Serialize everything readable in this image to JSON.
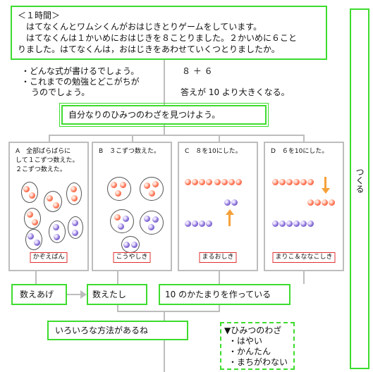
{
  "problem": {
    "line1": "＜１時間＞",
    "line2": "はてなくんとワムシくんがおはじきとりゲームをしています。",
    "line3": "はてなくんは１かいめにおはじきを８ことりました。２かいめに６こと",
    "line4": "りました。はてなくんは，おはじきをあわせていくつとりましたか。"
  },
  "questions": {
    "q1": "・どんな式が書けるでしょう。",
    "q1_answer": "８ ＋ ６",
    "q2a": "・これまでの勉強とどこがちが",
    "q2b": "うのでしょう。",
    "q2_answer": "答えが 10 より大きくなる。"
  },
  "goal": "自分なりのひみつのわざを見つけよう。",
  "panels": [
    {
      "title_lines": [
        "A　全部ばらばらに",
        "して１こずつ数えた。",
        "２こずつ数えた。"
      ],
      "label": "かぞえばん"
    },
    {
      "title_lines": [
        "B　３こずつ数えた。"
      ],
      "label": "こうやしき"
    },
    {
      "title_lines": [
        "C　８を10にした。"
      ],
      "label": "まるおしき"
    },
    {
      "title_lines": [
        "D　６を10にした。"
      ],
      "label": "まりこ＆ななこしき"
    }
  ],
  "results": {
    "r1": "数えあげ",
    "r2": "数えたし",
    "r3": "10 のかたまりを作っている"
  },
  "summary": "いろいろな方法があるね",
  "secret": {
    "title": "▼ひみつのわざ",
    "items": [
      "・はやい",
      "・かんたん",
      "・まちがわない"
    ]
  },
  "side_label": "つくる",
  "colors": {
    "box_border": "#3ddc2e",
    "connector": "#bdbdbd",
    "red_chip": "#e8462c",
    "blue_chip": "#5d44b5",
    "arrow": "#f5a13a",
    "label_border": "#e03030"
  }
}
